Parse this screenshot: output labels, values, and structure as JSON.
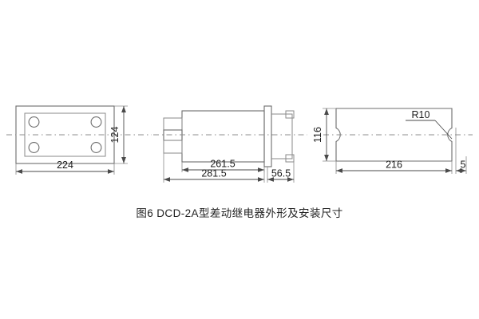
{
  "figure": {
    "caption": "图6  DCD-2A型差动继电器外形及安装尺寸",
    "caption_label": "图6",
    "caption_title": "DCD-2A型差动继电器外形及安装尺寸",
    "background_color": "#ffffff",
    "line_color": "#6d6d6d",
    "dim_color": "#4a4a4a",
    "text_color": "#1c1c1c"
  },
  "views": {
    "front": {
      "name": "front-panel-view",
      "dimensions": {
        "width": "224",
        "height": "124"
      },
      "mounting_holes": 4
    },
    "side": {
      "name": "side-section-view",
      "dimensions": {
        "body_length": "261.5",
        "overall_length": "281.5",
        "rear_length": "56.5"
      }
    },
    "top": {
      "name": "top-cutout-view",
      "dimensions": {
        "height": "116",
        "width": "216",
        "edge": "5",
        "radius": "R10"
      }
    }
  },
  "annotations": {
    "d224": "224",
    "d124": "124",
    "d261_5": "261.5",
    "d281_5": "281.5",
    "d56_5": "56.5",
    "d116": "116",
    "d216": "216",
    "d5": "5",
    "r10": "R10"
  }
}
